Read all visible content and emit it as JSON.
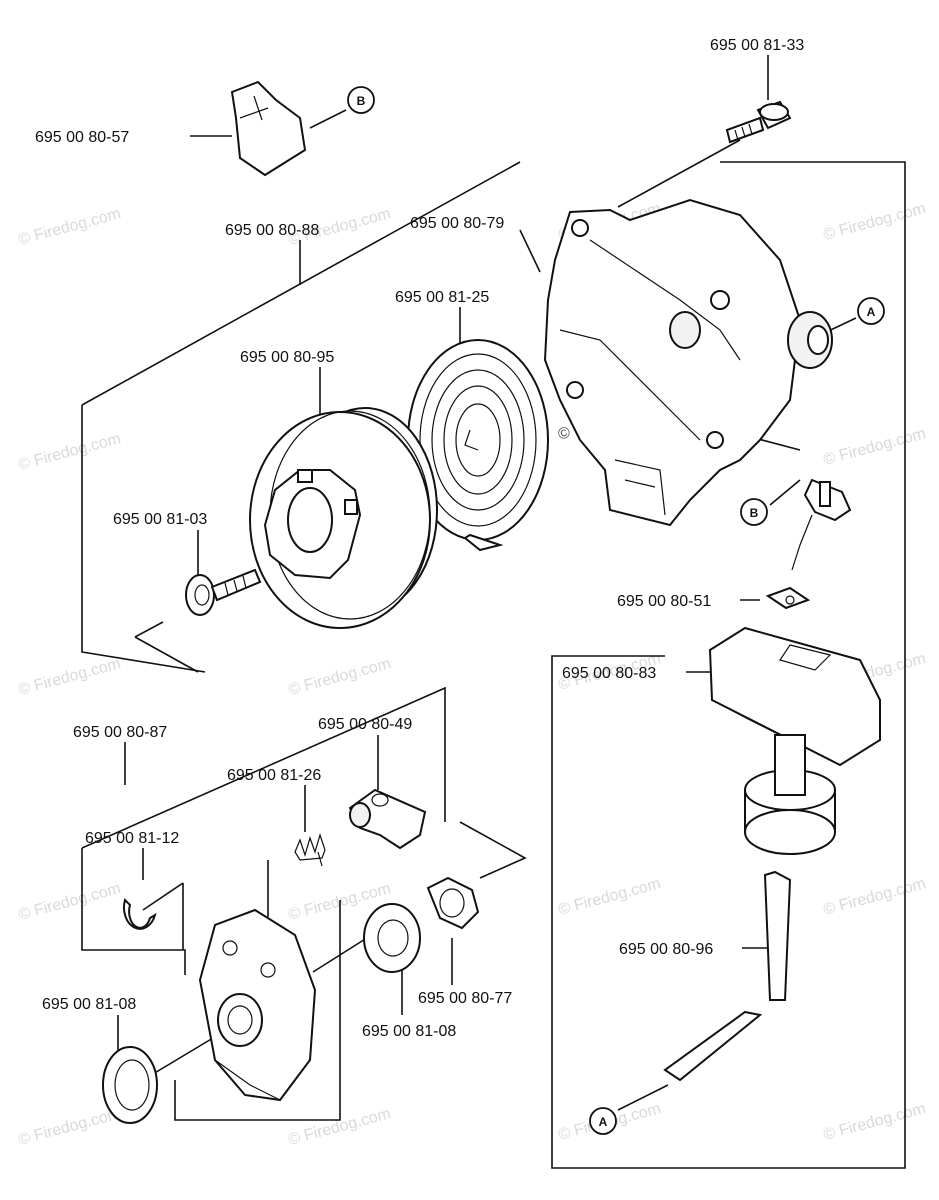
{
  "parts": {
    "p_81_33": "695 00 81-33",
    "p_80_57": "695 00 80-57",
    "p_80_88": "695 00 80-88",
    "p_80_79": "695 00 80-79",
    "p_81_25": "695 00 81-25",
    "p_80_95": "695 00 80-95",
    "p_81_03": "695 00 81-03",
    "p_80_51": "695 00 80-51",
    "p_80_83": "695 00 80-83",
    "p_80_87": "695 00 80-87",
    "p_80_49": "695 00 80-49",
    "p_81_26": "695 00 81-26",
    "p_81_12": "695 00 81-12",
    "p_81_08_left": "695 00 81-08",
    "p_81_08_center": "695 00 81-08",
    "p_80_77": "695 00 80-77",
    "p_80_96": "695 00 80-96"
  },
  "callouts": {
    "a_top": "A",
    "a_bottom": "A",
    "b_top": "B",
    "b_mid": "B"
  },
  "watermark": {
    "text": "© Firedog.com"
  }
}
